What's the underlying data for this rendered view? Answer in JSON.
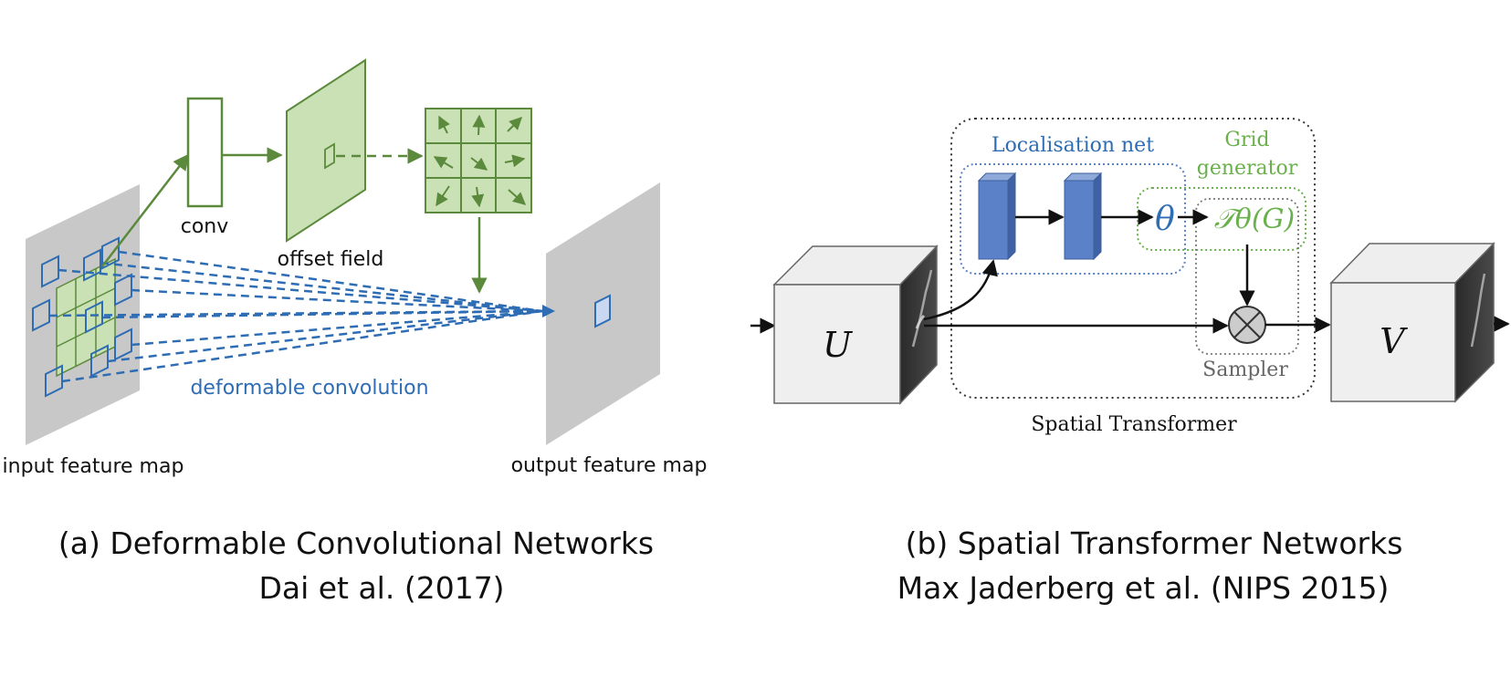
{
  "panel_a": {
    "labels": {
      "conv": "conv",
      "offset_field": "offset field",
      "input_feature_map": "input feature map",
      "output_feature_map": "output feature map",
      "deformable_convolution": "deformable convolution"
    },
    "caption_line1": "(a)  Deformable Convolutional Networks",
    "caption_line2": "Dai et al. (2017)"
  },
  "panel_b": {
    "labels": {
      "localisation_net": "Localisation net",
      "grid_generator_line1": "Grid",
      "grid_generator_line2": "generator",
      "theta": "θ",
      "transform": "𝒯θ(G)",
      "sampler": "Sampler",
      "spatial_transformer": "Spatial Transformer",
      "input_U": "U",
      "output_V": "V"
    },
    "caption_line1": "(b) Spatial Transformer Networks",
    "caption_line2": "Max Jaderberg et al. (NIPS 2015)"
  },
  "colors": {
    "green_stroke": "#5B8A3C",
    "green_fill": "#C9E1B5",
    "blue": "#2E6DB4",
    "blue_box": "#5B82C8",
    "gray_plane": "#C8C8C8",
    "grid_green_text": "#6AB04C"
  }
}
